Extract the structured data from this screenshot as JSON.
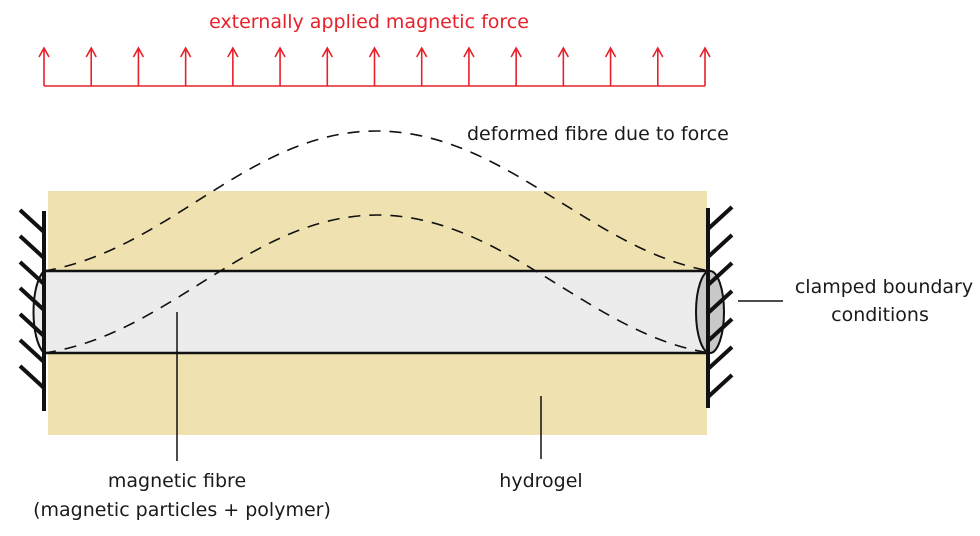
{
  "labels": {
    "force_title": "externally applied magnetic force",
    "deformed": "deformed fibre due to force",
    "clamped_line1": "clamped boundary",
    "clamped_line2": "conditions",
    "fibre_line1": "magnetic fibre",
    "fibre_line2": "(magnetic particles + polymer)",
    "hydrogel": "hydrogel"
  },
  "colors": {
    "force": "#e8202a",
    "hydrogel": "#efe2b0",
    "fibre": "#ececec",
    "fibre_end": "#c8c8c8",
    "ink": "#111111"
  },
  "force_arrow_count": 15
}
